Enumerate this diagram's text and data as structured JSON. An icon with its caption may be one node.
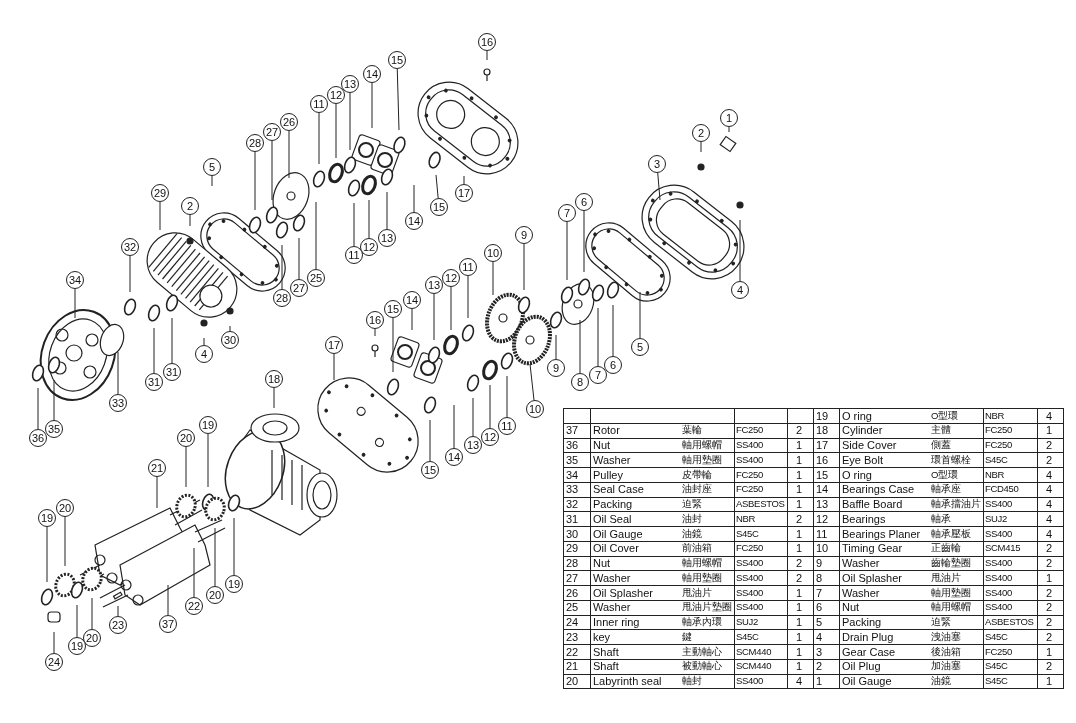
{
  "diagram": {
    "nodes": [
      {
        "text": [
          "16"
        ]
      },
      {
        "text": [
          "1"
        ]
      },
      {
        "text": [
          "15"
        ]
      },
      {
        "text": [
          "14"
        ]
      },
      {
        "text": [
          "13"
        ]
      },
      {
        "text": [
          "2"
        ]
      },
      {
        "text": [
          "12"
        ]
      },
      {
        "text": [
          "11"
        ]
      },
      {
        "text": [
          "26"
        ]
      },
      {
        "text": [
          "27"
        ]
      },
      {
        "text": [
          "28"
        ]
      },
      {
        "text": [
          "3"
        ]
      },
      {
        "text": [
          "5"
        ]
      },
      {
        "text": [
          "29"
        ]
      },
      {
        "text": [
          "17"
        ]
      },
      {
        "text": [
          "15"
        ]
      },
      {
        "text": [
          "7"
        ]
      },
      {
        "text": [
          "2"
        ]
      },
      {
        "text": [
          "6"
        ]
      },
      {
        "text": [
          "14"
        ]
      },
      {
        "text": [
          "9"
        ]
      },
      {
        "text": [
          "13"
        ]
      },
      {
        "text": [
          "32"
        ]
      },
      {
        "text": [
          "12"
        ]
      },
      {
        "text": [
          "10"
        ]
      },
      {
        "text": [
          "11"
        ]
      },
      {
        "text": [
          "25"
        ]
      },
      {
        "text": [
          "11"
        ]
      },
      {
        "text": [
          "12"
        ]
      },
      {
        "text": [
          "34"
        ]
      },
      {
        "text": [
          "13"
        ]
      },
      {
        "text": [
          "27"
        ]
      },
      {
        "text": [
          "4"
        ]
      },
      {
        "text": [
          "28"
        ]
      },
      {
        "text": [
          "14"
        ]
      },
      {
        "text": [
          "15"
        ]
      },
      {
        "text": [
          "16"
        ]
      },
      {
        "text": [
          "30"
        ]
      },
      {
        "text": [
          "17"
        ]
      },
      {
        "text": [
          "5"
        ]
      },
      {
        "text": [
          "4"
        ]
      },
      {
        "text": [
          "6"
        ]
      },
      {
        "text": [
          "9"
        ]
      },
      {
        "text": [
          "31"
        ]
      },
      {
        "text": [
          "7"
        ]
      },
      {
        "text": [
          "18"
        ]
      },
      {
        "text": [
          "31"
        ]
      },
      {
        "text": [
          "8"
        ]
      },
      {
        "text": [
          "33"
        ]
      },
      {
        "text": [
          "10"
        ]
      },
      {
        "text": [
          "19"
        ]
      },
      {
        "text": [
          "11"
        ]
      },
      {
        "text": [
          "35"
        ]
      },
      {
        "text": [
          "12"
        ]
      },
      {
        "text": [
          "20"
        ]
      },
      {
        "text": [
          "36"
        ]
      },
      {
        "text": [
          "13"
        ]
      },
      {
        "text": [
          "14"
        ]
      },
      {
        "text": [
          "21"
        ]
      },
      {
        "text": [
          "15"
        ]
      },
      {
        "text": [
          "20"
        ]
      },
      {
        "text": [
          "19"
        ]
      },
      {
        "text": [
          "19"
        ]
      },
      {
        "text": [
          "20"
        ]
      },
      {
        "text": [
          "22"
        ]
      },
      {
        "text": [
          "37"
        ]
      },
      {
        "text": [
          "23"
        ]
      },
      {
        "text": [
          "20"
        ]
      },
      {
        "text": [
          "19"
        ]
      },
      {
        "text": [
          "24"
        ]
      }
    ],
    "edges": [
      {
        "from": 0,
        "to": null,
        "arrow": "none"
      },
      {
        "from": 1,
        "to": null,
        "arrow": "none"
      },
      {
        "from": 2,
        "to": null,
        "arrow": "none"
      },
      {
        "from": 3,
        "to": null,
        "arrow": "none"
      },
      {
        "from": 4,
        "to": null,
        "arrow": "none"
      },
      {
        "from": 5,
        "to": null,
        "arrow": "none"
      },
      {
        "from": 6,
        "to": null,
        "arrow": "none"
      },
      {
        "from": 7,
        "to": null,
        "arrow": "none"
      },
      {
        "from": 8,
        "to": null,
        "arrow": "none"
      },
      {
        "from": 9,
        "to": null,
        "arrow": "none"
      },
      {
        "from": 10,
        "to": null,
        "arrow": "none"
      },
      {
        "from": 11,
        "to": null,
        "arrow": "none"
      },
      {
        "from": 12,
        "to": null,
        "arrow": "none"
      },
      {
        "from": 13,
        "to": null,
        "arrow": "none"
      },
      {
        "from": 14,
        "to": null,
        "arrow": "none"
      },
      {
        "from": 15,
        "to": null,
        "arrow": "none"
      },
      {
        "from": 16,
        "to": null,
        "arrow": "none"
      },
      {
        "from": 17,
        "to": null,
        "arrow": "none"
      },
      {
        "from": 18,
        "to": null,
        "arrow": "none"
      },
      {
        "from": 19,
        "to": null,
        "arrow": "none"
      },
      {
        "from": 20,
        "to": null,
        "arrow": "none"
      },
      {
        "from": 21,
        "to": null,
        "arrow": "none"
      },
      {
        "from": 22,
        "to": null,
        "arrow": "none"
      },
      {
        "from": 23,
        "to": null,
        "arrow": "none"
      },
      {
        "from": 24,
        "to": null,
        "arrow": "none"
      },
      {
        "from": 25,
        "to": null,
        "arrow": "none"
      },
      {
        "from": 26,
        "to": null,
        "arrow": "none"
      },
      {
        "from": 27,
        "to": null,
        "arrow": "none"
      },
      {
        "from": 28,
        "to": null,
        "arrow": "none"
      },
      {
        "from": 29,
        "to": null,
        "arrow": "none"
      },
      {
        "from": 30,
        "to": null,
        "arrow": "none"
      },
      {
        "from": 31,
        "to": null,
        "arrow": "none"
      },
      {
        "from": 32,
        "to": null,
        "arrow": "none"
      },
      {
        "from": 33,
        "to": null,
        "arrow": "none"
      },
      {
        "from": 34,
        "to": null,
        "arrow": "none"
      },
      {
        "from": 35,
        "to": null,
        "arrow": "none"
      },
      {
        "from": 36,
        "to": null,
        "arrow": "none"
      },
      {
        "from": 37,
        "to": null,
        "arrow": "none"
      },
      {
        "from": 38,
        "to": null,
        "arrow": "none"
      },
      {
        "from": 39,
        "to": null,
        "arrow": "none"
      },
      {
        "from": 40,
        "to": null,
        "arrow": "none"
      },
      {
        "from": 41,
        "to": null,
        "arrow": "none"
      },
      {
        "from": 42,
        "to": null,
        "arrow": "none"
      },
      {
        "from": 43,
        "to": null,
        "arrow": "none"
      },
      {
        "from": 44,
        "to": null,
        "arrow": "none"
      },
      {
        "from": 45,
        "to": null,
        "arrow": "none"
      },
      {
        "from": 46,
        "to": null,
        "arrow": "none"
      },
      {
        "from": 47,
        "to": null,
        "arrow": "none"
      },
      {
        "from": 48,
        "to": null,
        "arrow": "none"
      },
      {
        "from": 49,
        "to": null,
        "arrow": "none"
      },
      {
        "from": 50,
        "to": null,
        "arrow": "none"
      },
      {
        "from": 51,
        "to": null,
        "arrow": "none"
      },
      {
        "from": 52,
        "to": null,
        "arrow": "none"
      },
      {
        "from": 53,
        "to": null,
        "arrow": "none"
      },
      {
        "from": 54,
        "to": null,
        "arrow": "none"
      },
      {
        "from": 55,
        "to": null,
        "arrow": "none"
      },
      {
        "from": 56,
        "to": null,
        "arrow": "none"
      },
      {
        "from": 57,
        "to": null,
        "arrow": "none"
      },
      {
        "from": 58,
        "to": null,
        "arrow": "none"
      },
      {
        "from": 59,
        "to": null,
        "arrow": "none"
      },
      {
        "from": 60,
        "to": null,
        "arrow": "none"
      },
      {
        "from": 61,
        "to": null,
        "arrow": "none"
      },
      {
        "from": 62,
        "to": null,
        "arrow": "none"
      },
      {
        "from": 63,
        "to": null,
        "arrow": "none"
      },
      {
        "from": 64,
        "to": null,
        "arrow": "none"
      },
      {
        "from": 65,
        "to": null,
        "arrow": "none"
      },
      {
        "from": 66,
        "to": null,
        "arrow": "none"
      },
      {
        "from": 67,
        "to": null,
        "arrow": "none"
      },
      {
        "from": 68,
        "to": null,
        "arrow": "none"
      },
      {
        "from": 69,
        "to": null,
        "arrow": "none"
      }
    ],
    "labels": [
      "19",
      "O ring",
      "O型環",
      "NBR",
      "4",
      "37",
      "Rotor",
      "葉輪",
      "FC250",
      "2",
      "18",
      "Cylinder",
      "主體",
      "FC250",
      "1",
      "36",
      "Nut",
      "軸用螺帽",
      "SS400",
      "1",
      "17",
      "Side Cover",
      "側蓋",
      "FC250",
      "2",
      "35",
      "Washer",
      "軸用墊圈",
      "SS400",
      "1",
      "16",
      "Eye Bolt",
      "環首螺栓",
      "S45C",
      "2",
      "34",
      "Pulley",
      "皮帶輪",
      "FC250",
      "1",
      "15",
      "O ring",
      "O型環",
      "NBR",
      "4",
      "33",
      "Seal Case",
      "油封座",
      "FC250",
      "1",
      "14",
      "Bearings Case",
      "軸承座",
      "FCD450",
      "4",
      "32",
      "Packing",
      "迫緊",
      "ASBESTOS",
      "1",
      "13",
      "Baffle Board",
      "軸承擋油片",
      "SS400",
      "4",
      "31",
      "Oil Seal",
      "油封",
      "NBR",
      "2",
      "12",
      "Bearings",
      "軸承",
      "SUJ2",
      "4",
      "30",
      "Oil Gauge",
      "油鏡",
      "S45C",
      "1",
      "11",
      "Bearings Planer",
      "軸承壓板",
      "SS400",
      "4",
      "29",
      "Oil Cover",
      "前油箱",
      "FC250",
      "1",
      "10",
      "Timing Gear",
      "正齒輪",
      "SCM415",
      "2",
      "28",
      "Nut",
      "軸用螺帽",
      "SS400",
      "2",
      "9",
      "Washer",
      "齒輪墊圈",
      "SS400",
      "2",
      "27",
      "Washer",
      "軸用墊圈",
      "SS400",
      "2",
      "8",
      "Oil Splasher",
      "甩油片",
      "SS400",
      "1",
      "26",
      "Oil Splasher",
      "甩油片",
      "SS400",
      "1",
      "7",
      "Washer",
      "軸用墊圈",
      "SS400",
      "2",
      "25",
      "Washer",
      "甩油片墊圈",
      "SS400",
      "1",
      "6",
      "Nut",
      "軸用螺帽",
      "SS400",
      "2",
      "24",
      "Inner ring",
      "軸承內環",
      "SUJ2",
      "1",
      "5",
      "Packing",
      "迫緊",
      "ASBESTOS",
      "2",
      "23",
      "key",
      "鍵",
      "S45C",
      "1",
      "4",
      "Drain Plug",
      "洩油塞",
      "S45C",
      "2",
      "22",
      "Shaft",
      "主動軸心",
      "SCM440",
      "1",
      "3",
      "Gear Case",
      "後油箱",
      "FC250",
      "1",
      "21",
      "Shaft",
      "被動軸心",
      "SCM440",
      "1",
      "2",
      "Oil Plug",
      "加油塞",
      "S45C",
      "2",
      "20",
      "Labyrinth seal",
      "軸封",
      "SS400",
      "4",
      "1",
      "Oil Gauge",
      "油鏡",
      "S45C",
      "1"
    ]
  }
}
